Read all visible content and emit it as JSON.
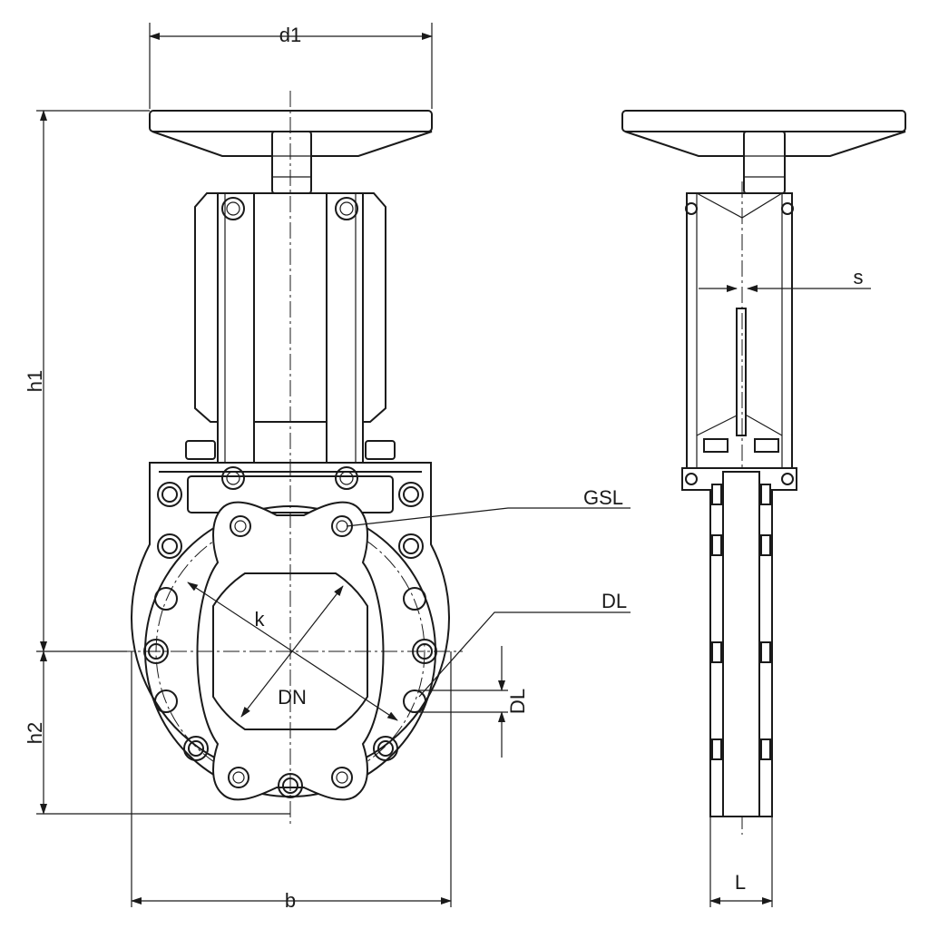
{
  "drawing": {
    "labels": {
      "d1": "d1",
      "h1": "h1",
      "h2": "h2",
      "b": "b",
      "k": "k",
      "DN": "DN",
      "GSL": "GSL",
      "DL_leader": "DL",
      "DL_dim": "DL",
      "s": "s",
      "L": "L"
    },
    "line_color": "#1a1a1a"
  }
}
